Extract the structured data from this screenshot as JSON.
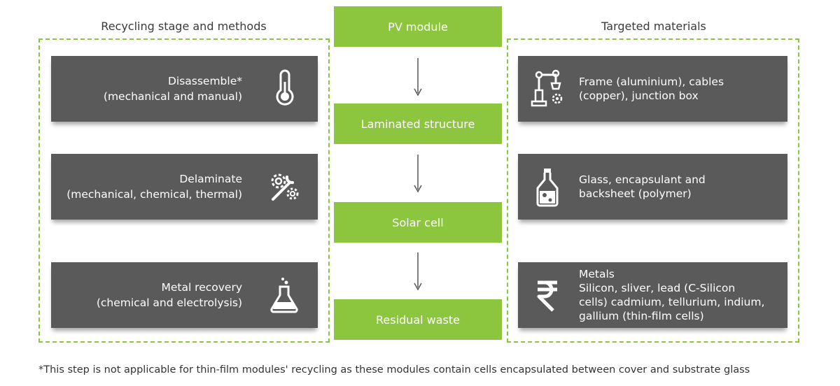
{
  "headings": {
    "left": "Recycling stage and methods",
    "right": "Targeted materials"
  },
  "flow": [
    "PV module",
    "Laminated structure",
    "Solar cell",
    "Residual waste"
  ],
  "stages": [
    {
      "line1": "Disassemble*",
      "line2": "(mechanical and manual)",
      "icon": "thermometer-icon"
    },
    {
      "line1": "Delaminate",
      "line2": "(mechanical, chemical, thermal)",
      "icon": "gear-wrench-icon"
    },
    {
      "line1": "Metal recovery",
      "line2": "(chemical and electrolysis)",
      "icon": "flask-icon"
    }
  ],
  "materials": [
    {
      "lines": [
        "Frame (aluminium), cables",
        "(copper), junction box"
      ],
      "icon": "robot-arm-icon"
    },
    {
      "lines": [
        "Glass, encapsulant and",
        "backsheet (polymer)"
      ],
      "icon": "bottle-icon"
    },
    {
      "lines": [
        "Metals",
        "Silicon, sliver, lead (C-Silicon",
        "cells) cadmium, tellurium, indium,",
        "gallium (thin-film cells)"
      ],
      "icon": "rupee-icon"
    }
  ],
  "footnote": "*This step is not applicable for thin-film modules' recycling as these modules contain cells encapsulated between cover and substrate glass",
  "colors": {
    "accent_green": "#8cc63f",
    "card_gray": "#5a5a5a",
    "text": "#333333"
  }
}
